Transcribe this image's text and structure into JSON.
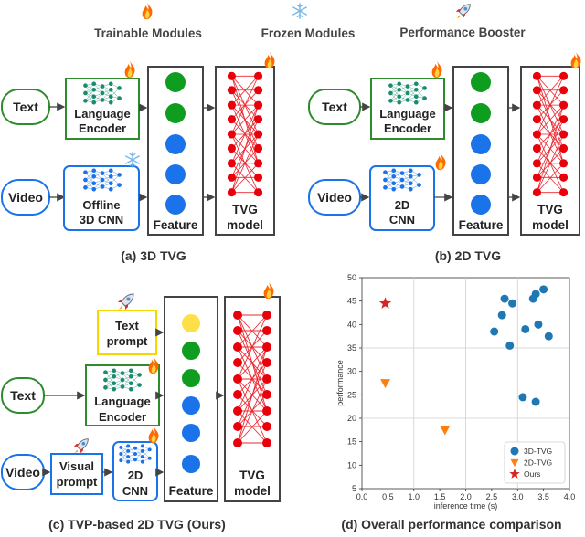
{
  "legend": {
    "trainable": "Trainable Modules",
    "frozen": "Frozen Modules",
    "booster": "Performance Booster"
  },
  "panel_a": {
    "caption": "(a) 3D TVG",
    "text_input": "Text",
    "video_input": "Video",
    "language_encoder": [
      "Language",
      "Encoder"
    ],
    "video_encoder": [
      "Offline",
      "3D CNN"
    ],
    "feature": "Feature",
    "tvg_model": [
      "TVG",
      "model"
    ]
  },
  "panel_b": {
    "caption": "(b) 2D TVG",
    "text_input": "Text",
    "video_input": "Video",
    "language_encoder": [
      "Language",
      "Encoder"
    ],
    "video_encoder": [
      "2D",
      "CNN"
    ],
    "feature": "Feature",
    "tvg_model": [
      "TVG",
      "model"
    ]
  },
  "panel_c": {
    "caption": "(c) TVP-based 2D TVG (Ours)",
    "text_input": "Text",
    "video_input": "Video",
    "text_prompt": [
      "Text",
      "prompt"
    ],
    "visual_prompt": [
      "Visual",
      "prompt"
    ],
    "language_encoder": [
      "Language",
      "Encoder"
    ],
    "video_encoder": [
      "2D",
      "CNN"
    ],
    "feature": "Feature",
    "tvg_model": [
      "TVG",
      "model"
    ]
  },
  "panel_d": {
    "caption": "(d) Overall performance comparison"
  },
  "colors": {
    "green": "#2e8b2e",
    "blue": "#1a73e8",
    "yellow": "#f5d800",
    "red": "#e8000b",
    "dot_green": "#0f9d20",
    "dot_blue": "#1a73e8",
    "dot_yellow": "#fde047",
    "scatter_blue": "#1f77b4",
    "scatter_orange": "#ff7f0e",
    "scatter_red": "#d62728"
  },
  "chart_data": {
    "type": "scatter",
    "xlabel": "inference time (s)",
    "ylabel": "performance",
    "xlim": [
      0.0,
      4.0
    ],
    "ylim": [
      5,
      50
    ],
    "xticks": [
      "0.0",
      "0.5",
      "1.0",
      "1.5",
      "2.0",
      "2.5",
      "3.0",
      "3.5",
      "4.0"
    ],
    "yticks": [
      "5",
      "10",
      "15",
      "20",
      "25",
      "30",
      "35",
      "40",
      "45",
      "50"
    ],
    "grid": true,
    "legend_position": "bottom-right",
    "series": [
      {
        "name": "3D-TVG",
        "marker": "circle",
        "color": "#1f77b4",
        "x": [
          2.75,
          2.9,
          3.3,
          3.5,
          3.35,
          2.7,
          2.55,
          3.15,
          2.85,
          3.4,
          3.6,
          3.1,
          3.35
        ],
        "y": [
          45.5,
          44.5,
          45.5,
          47.5,
          46.5,
          42.0,
          38.5,
          39.0,
          35.5,
          40.0,
          37.5,
          24.5,
          23.5
        ]
      },
      {
        "name": "2D-TVG",
        "marker": "triangle-down",
        "color": "#ff7f0e",
        "x": [
          0.45,
          1.6
        ],
        "y": [
          27.5,
          17.5
        ]
      },
      {
        "name": "Ours",
        "marker": "star",
        "color": "#d62728",
        "x": [
          0.45
        ],
        "y": [
          44.5
        ]
      }
    ]
  }
}
